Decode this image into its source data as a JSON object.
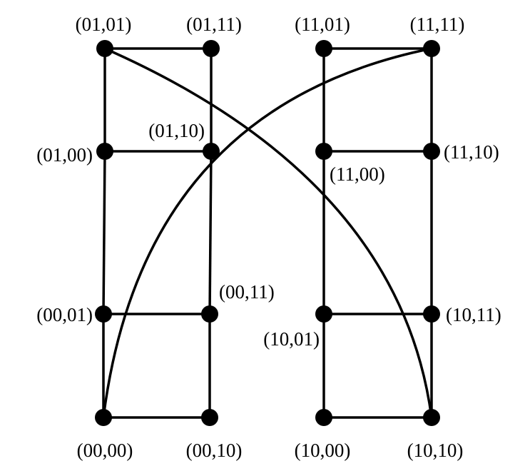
{
  "diagram": {
    "nodes": [
      {
        "id": "n0101",
        "label": "(01,01)"
      },
      {
        "id": "n0111",
        "label": "(01,11)"
      },
      {
        "id": "n1101",
        "label": "(11,01)"
      },
      {
        "id": "n1111",
        "label": "(11,11)"
      },
      {
        "id": "n0100",
        "label": "(01,00)"
      },
      {
        "id": "n0110",
        "label": "(01,10)"
      },
      {
        "id": "n1100",
        "label": "(11,00)"
      },
      {
        "id": "n1110",
        "label": "(11,10)"
      },
      {
        "id": "n0001",
        "label": "(00,01)"
      },
      {
        "id": "n0011",
        "label": "(00,11)"
      },
      {
        "id": "n1001",
        "label": "(10,01)"
      },
      {
        "id": "n1011",
        "label": "(10,11)"
      },
      {
        "id": "n0000",
        "label": "(00,00)"
      },
      {
        "id": "n0010",
        "label": "(00,10)"
      },
      {
        "id": "n1000",
        "label": "(10,00)"
      },
      {
        "id": "n1010",
        "label": "(10,10)"
      }
    ],
    "edges": [
      {
        "from": "n0101",
        "to": "n0111"
      },
      {
        "from": "n0101",
        "to": "n0100"
      },
      {
        "from": "n0111",
        "to": "n0110"
      },
      {
        "from": "n0100",
        "to": "n0110"
      },
      {
        "from": "n0100",
        "to": "n0001"
      },
      {
        "from": "n0110",
        "to": "n0011"
      },
      {
        "from": "n0001",
        "to": "n0011"
      },
      {
        "from": "n0001",
        "to": "n0000"
      },
      {
        "from": "n0011",
        "to": "n0010"
      },
      {
        "from": "n0000",
        "to": "n0010"
      },
      {
        "from": "n1101",
        "to": "n1111"
      },
      {
        "from": "n1101",
        "to": "n1100"
      },
      {
        "from": "n1111",
        "to": "n1110"
      },
      {
        "from": "n1100",
        "to": "n1110"
      },
      {
        "from": "n1100",
        "to": "n1001"
      },
      {
        "from": "n1110",
        "to": "n1011"
      },
      {
        "from": "n1001",
        "to": "n1011"
      },
      {
        "from": "n1001",
        "to": "n1000"
      },
      {
        "from": "n1011",
        "to": "n1010"
      },
      {
        "from": "n1000",
        "to": "n1010"
      },
      {
        "from": "n0101",
        "to": "n1010",
        "curved": true
      },
      {
        "from": "n0000",
        "to": "n1111",
        "curved": true
      }
    ]
  }
}
